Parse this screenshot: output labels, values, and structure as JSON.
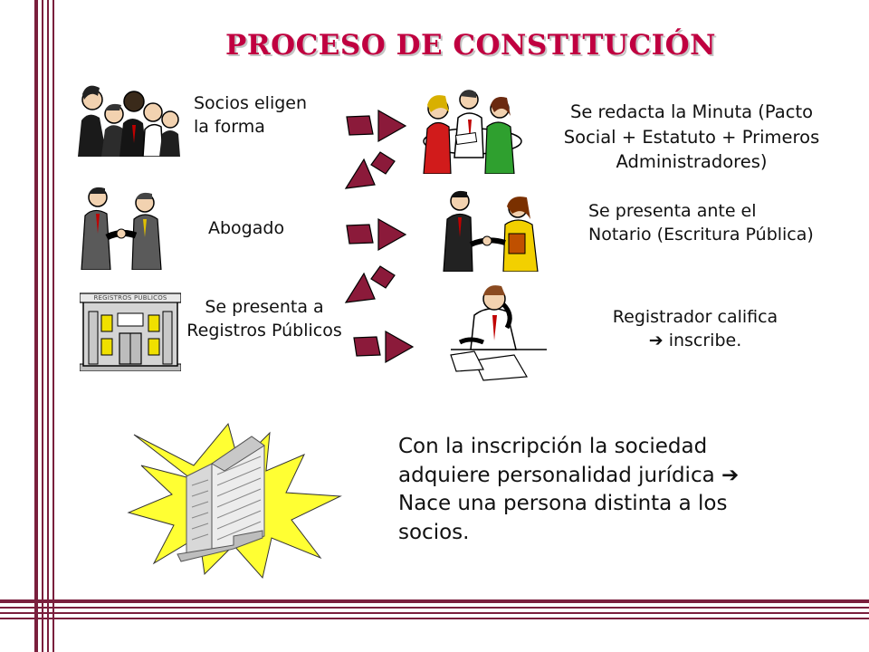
{
  "title": "PROCESO DE CONSTITUCIÓN",
  "steps": {
    "socios": [
      "Socios eligen",
      "la forma"
    ],
    "minuta": [
      "Se redacta la Minuta (Pacto",
      "Social + Estatuto + Primeros",
      "Administradores)"
    ],
    "abogado": "Abogado",
    "notario": [
      "Se presenta ante el",
      "Notario (Escritura Pública)"
    ],
    "registros": [
      "Se presenta a",
      "Registros Públicos"
    ],
    "registrador": [
      "Registrador califica",
      "inscribe."
    ]
  },
  "building_sign": "REGISTROS PUBLICOS",
  "conclusion": {
    "line1": "Con la inscripción la sociedad",
    "line2": "adquiere personalidad jurídica",
    "line3": "Nace una persona distinta a los",
    "line4": "socios."
  },
  "colors": {
    "frame": "#7a1f3d",
    "title": "#c00040",
    "arrow": "#8b1a3a",
    "starburst": "#ffff33"
  }
}
